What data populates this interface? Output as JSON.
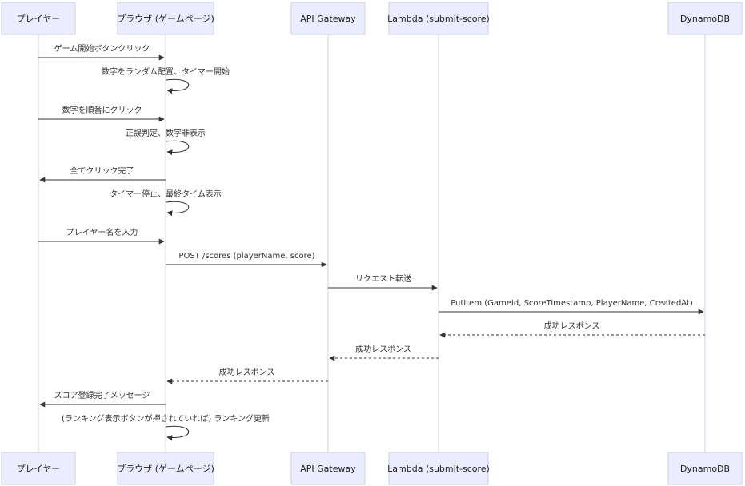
{
  "participants": [
    {
      "id": "player",
      "label": "プレイヤー"
    },
    {
      "id": "browser",
      "label": "ブラウザ (ゲームページ)"
    },
    {
      "id": "apigw",
      "label": "API Gateway"
    },
    {
      "id": "lambda",
      "label": "Lambda (submit-score)"
    },
    {
      "id": "dynamo",
      "label": "DynamoDB"
    }
  ],
  "messages": [
    {
      "from": "player",
      "to": "browser",
      "text": "ゲーム開始ボタンクリック",
      "style": "solid"
    },
    {
      "from": "browser",
      "to": "browser",
      "text": "数字をランダム配置、タイマー開始",
      "style": "solid"
    },
    {
      "from": "player",
      "to": "browser",
      "text": "数字を順番にクリック",
      "style": "solid"
    },
    {
      "from": "browser",
      "to": "browser",
      "text": "正誤判定、数字非表示",
      "style": "solid"
    },
    {
      "from": "browser",
      "to": "player",
      "text": "全てクリック完了",
      "style": "solid"
    },
    {
      "from": "browser",
      "to": "browser",
      "text": "タイマー停止、最終タイム表示",
      "style": "solid"
    },
    {
      "from": "player",
      "to": "browser",
      "text": "プレイヤー名を入力",
      "style": "solid"
    },
    {
      "from": "browser",
      "to": "apigw",
      "text": "POST /scores (playerName, score)",
      "style": "solid"
    },
    {
      "from": "apigw",
      "to": "lambda",
      "text": "リクエスト転送",
      "style": "solid"
    },
    {
      "from": "lambda",
      "to": "dynamo",
      "text": "PutItem (GameId, ScoreTimestamp, PlayerName, CreatedAt)",
      "style": "solid"
    },
    {
      "from": "dynamo",
      "to": "lambda",
      "text": "成功レスポンス",
      "style": "dashed"
    },
    {
      "from": "lambda",
      "to": "apigw",
      "text": "成功レスポンス",
      "style": "dashed"
    },
    {
      "from": "apigw",
      "to": "browser",
      "text": "成功レスポンス",
      "style": "dashed"
    },
    {
      "from": "browser",
      "to": "player",
      "text": "スコア登録完了メッセージ",
      "style": "solid"
    },
    {
      "from": "browser",
      "to": "browser",
      "text": "(ランキング表示ボタンが押されていれば) ランキング更新",
      "style": "solid"
    }
  ]
}
